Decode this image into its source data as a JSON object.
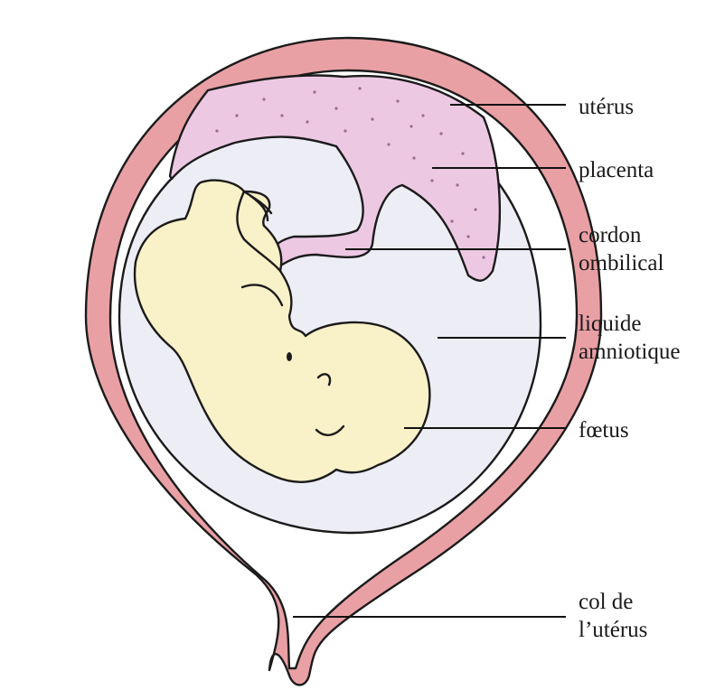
{
  "labels": {
    "uterus": "utérus",
    "placenta": "placenta",
    "cordon_1": "cordon",
    "cordon_2": "ombilical",
    "liquide_1": "liquide",
    "liquide_2": "amniotique",
    "foetus": "fœtus",
    "col_1": "col de",
    "col_2": "l’utérus"
  },
  "colors": {
    "uterus_wall": "#E9A0A5",
    "placenta": "#EDC8E3",
    "amniotic_fluid": "#EDEDF6",
    "foetus": "#F9F1C7",
    "outline": "#1B1B1B"
  }
}
